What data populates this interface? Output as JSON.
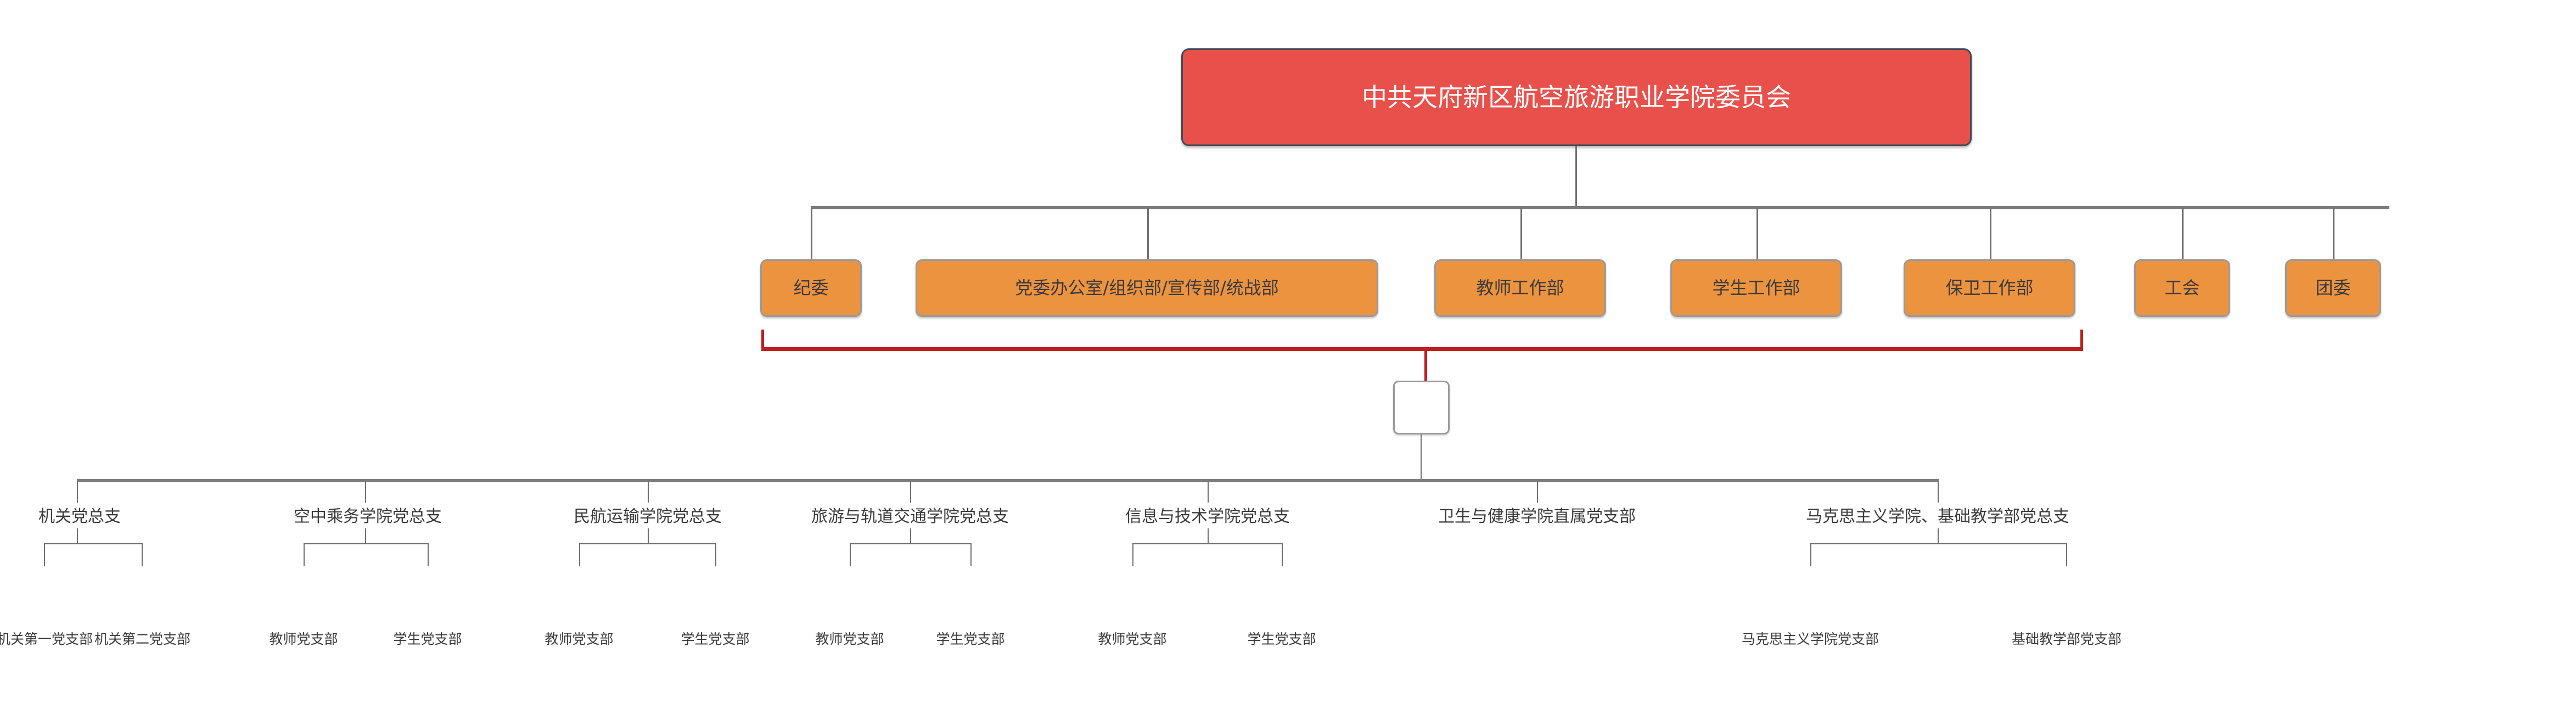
{
  "diagram": {
    "title_node": {
      "label": "中共天府新区航空旅游职业学院委员会",
      "fill": "#E8514B",
      "text_color": "#FFFFFF",
      "border_color": "#3F4A56"
    },
    "departments": [
      {
        "label": "纪委"
      },
      {
        "label": "党委办公室/组织部/宣传部/统战部"
      },
      {
        "label": "教师工作部"
      },
      {
        "label": "学生工作部"
      },
      {
        "label": "保卫工作部"
      },
      {
        "label": "工会"
      },
      {
        "label": "团委"
      }
    ],
    "department_style": {
      "fill": "#EC9340",
      "text_color": "#3A3A3A",
      "border_color": "#9A9A9A"
    },
    "connector_node": {
      "label": "",
      "fill": "#FFFFFF",
      "border_color": "#9A9A9A"
    },
    "bracket": {
      "color": "#BE2020"
    },
    "connector_color": "#7C7C7C",
    "branches": [
      {
        "label": "机关党总支",
        "children": [
          {
            "label": "机关第一党支部"
          },
          {
            "label": "机关第二党支部"
          }
        ]
      },
      {
        "label": "空中乘务学院党总支",
        "children": [
          {
            "label": "教师党支部"
          },
          {
            "label": "学生党支部"
          }
        ]
      },
      {
        "label": "民航运输学院党总支",
        "children": [
          {
            "label": "教师党支部"
          },
          {
            "label": "学生党支部"
          }
        ]
      },
      {
        "label": "旅游与轨道交通学院党总支",
        "children": [
          {
            "label": "教师党支部"
          },
          {
            "label": "学生党支部"
          }
        ]
      },
      {
        "label": "信息与技术学院党总支",
        "children": [
          {
            "label": "教师党支部"
          },
          {
            "label": "学生党支部"
          }
        ]
      },
      {
        "label": "卫生与健康学院直属党支部",
        "children": []
      },
      {
        "label": "马克思主义学院、基础教学部党总支",
        "children": [
          {
            "label": "马克思主义学院党支部"
          },
          {
            "label": "基础教学部党支部"
          }
        ]
      }
    ]
  }
}
